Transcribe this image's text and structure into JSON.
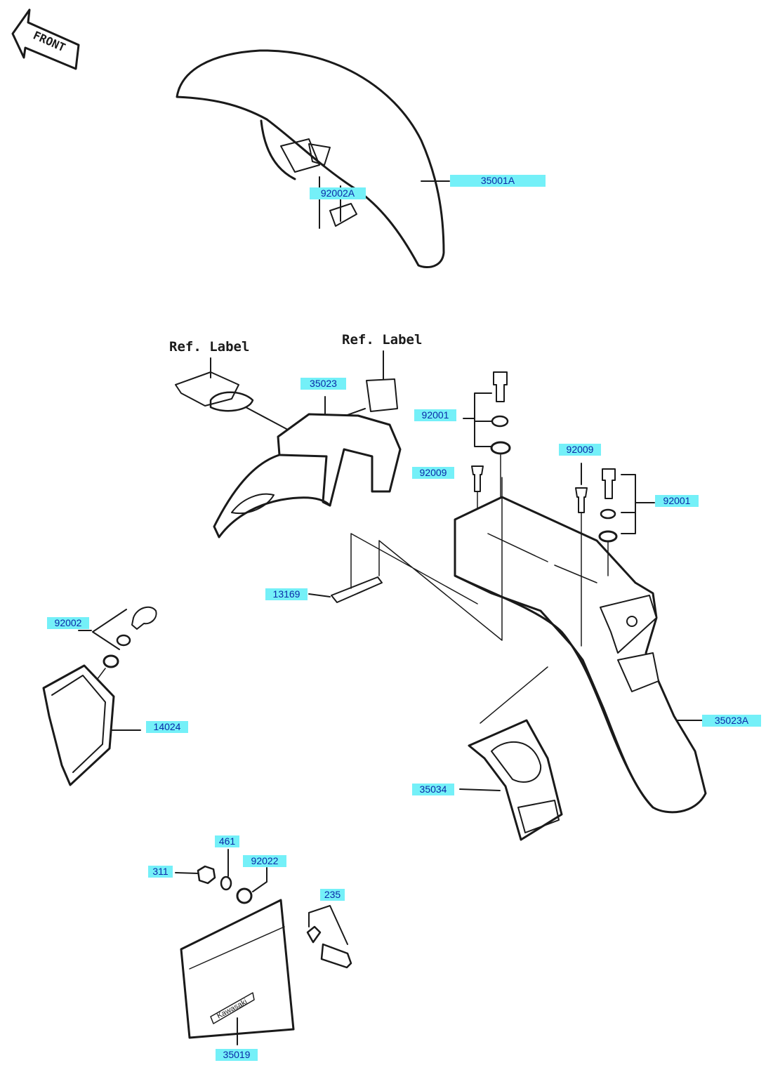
{
  "diagram": {
    "front_label": "FRONT",
    "ref_labels": [
      "Ref. Label",
      "Ref. Label"
    ],
    "emblem_text": "Kawasaki",
    "label_color": "#74f0f8",
    "label_text_color": "#0a2aa8"
  },
  "parts": [
    {
      "id": "p35001a",
      "number": "35001A"
    },
    {
      "id": "p92002a",
      "number": "92002A"
    },
    {
      "id": "p35023",
      "number": "35023"
    },
    {
      "id": "p92001a",
      "number": "92001"
    },
    {
      "id": "p92009a",
      "number": "92009"
    },
    {
      "id": "p92009b",
      "number": "92009"
    },
    {
      "id": "p92001b",
      "number": "92001"
    },
    {
      "id": "p13169",
      "number": "13169"
    },
    {
      "id": "p92002",
      "number": "92002"
    },
    {
      "id": "p14024",
      "number": "14024"
    },
    {
      "id": "p35023a",
      "number": "35023A"
    },
    {
      "id": "p35034",
      "number": "35034"
    },
    {
      "id": "p461",
      "number": "461"
    },
    {
      "id": "p311",
      "number": "311"
    },
    {
      "id": "p92022",
      "number": "92022"
    },
    {
      "id": "p235",
      "number": "235"
    },
    {
      "id": "p35019",
      "number": "35019"
    }
  ]
}
